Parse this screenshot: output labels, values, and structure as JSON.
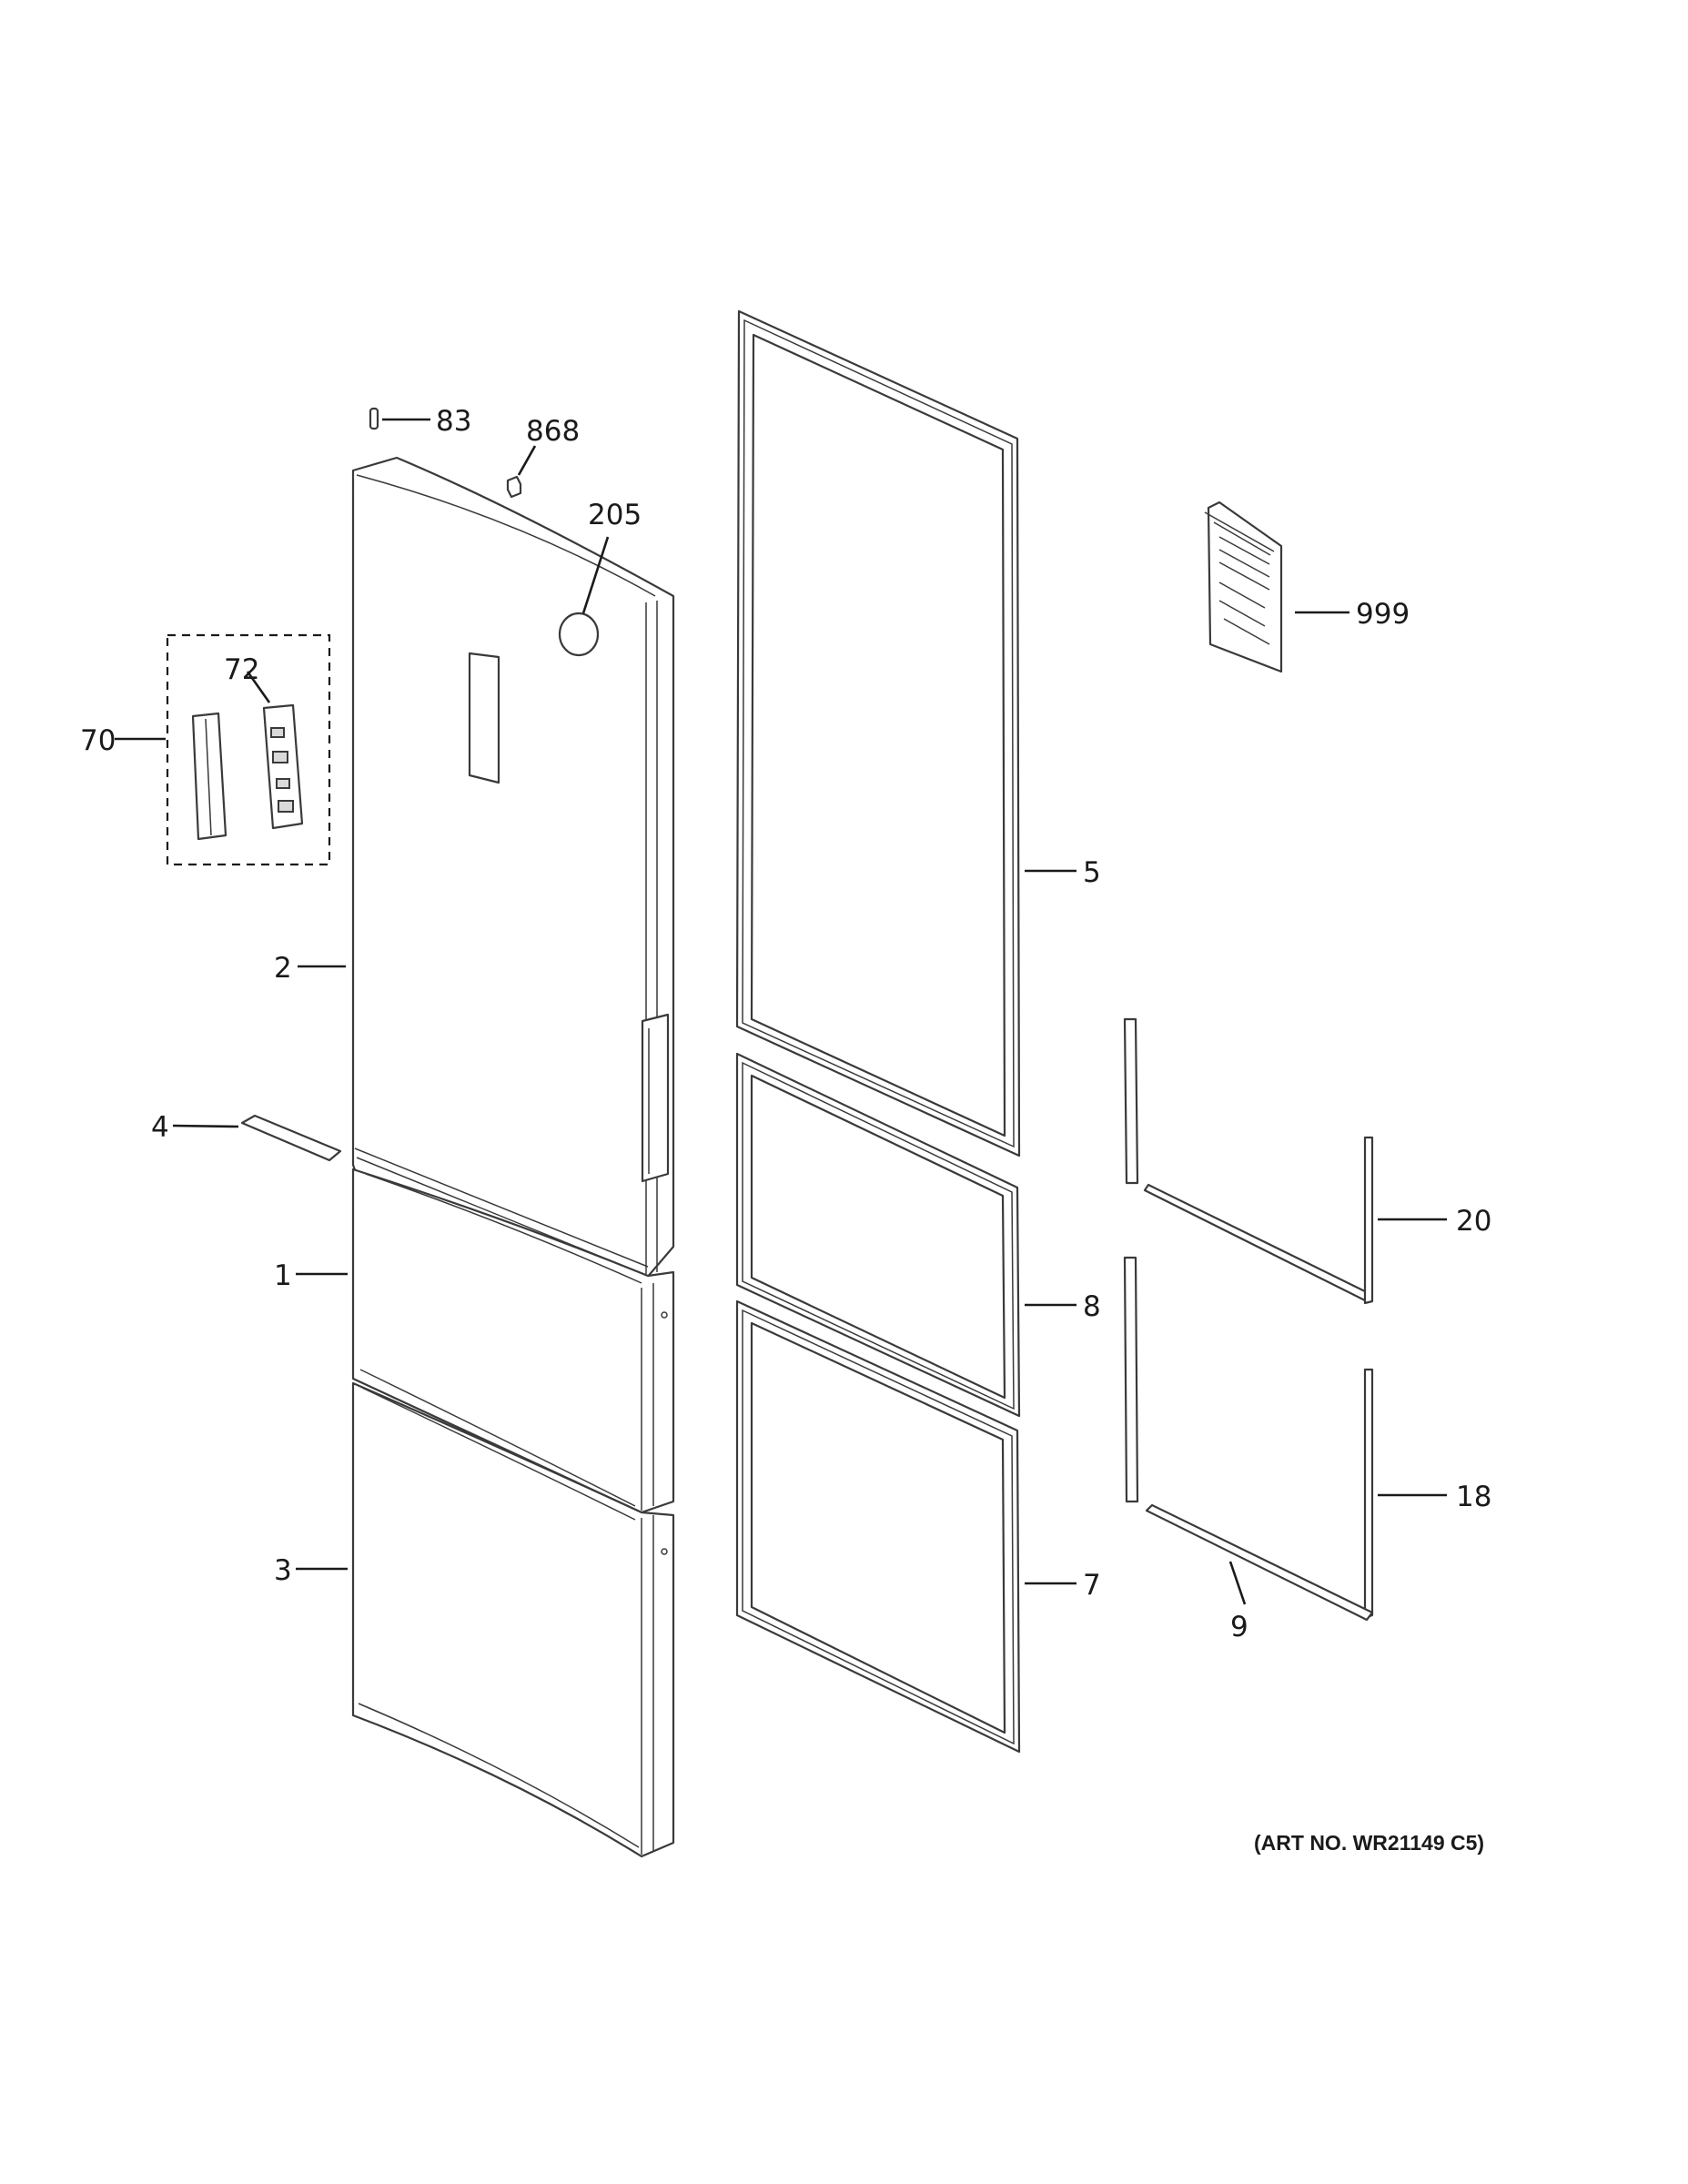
{
  "callouts": {
    "c83": "83",
    "c868": "868",
    "c205": "205",
    "c72": "72",
    "c70": "70",
    "c2": "2",
    "c4": "4",
    "c1": "1",
    "c3": "3",
    "c5": "5",
    "c8": "8",
    "c7": "7",
    "c999": "999",
    "c20": "20",
    "c18": "18",
    "c9": "9"
  },
  "art_number": "(ART NO. WR21149 C5)"
}
